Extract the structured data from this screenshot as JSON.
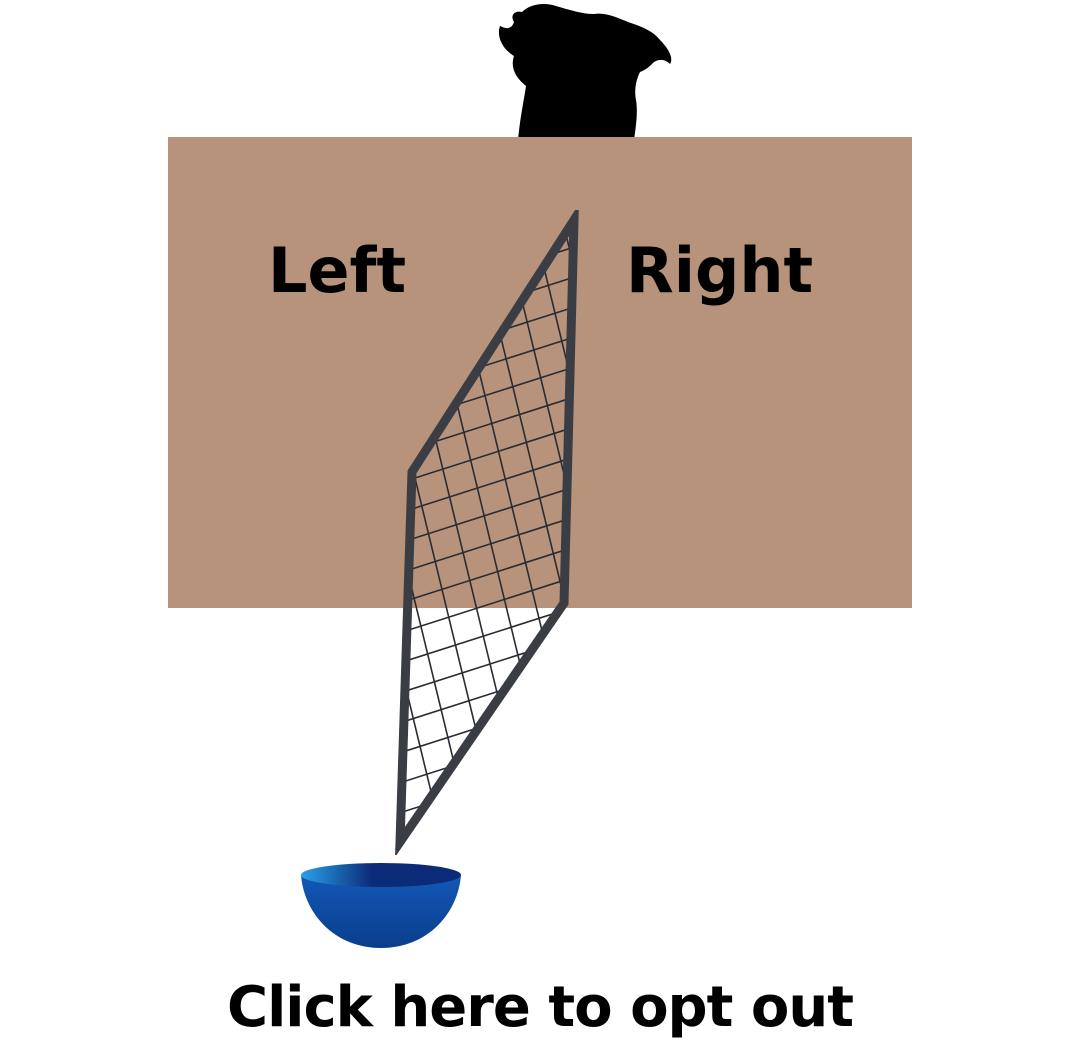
{
  "scene": {
    "wall_color": "#b6937a",
    "dog_color": "#000000",
    "gate_frame_color": "#3b3d45",
    "bowl_colors": {
      "body": "#0e4fa8",
      "rim_light": "#2aa0e8",
      "rim_dark": "#0b2a78"
    },
    "icons": {
      "dog": "dog-silhouette-icon",
      "gate": "mesh-gate-icon",
      "bowl": "water-bowl-icon"
    }
  },
  "labels": {
    "left": "Left",
    "right": "Right"
  },
  "opt_out": {
    "label": "Click here to opt out"
  }
}
